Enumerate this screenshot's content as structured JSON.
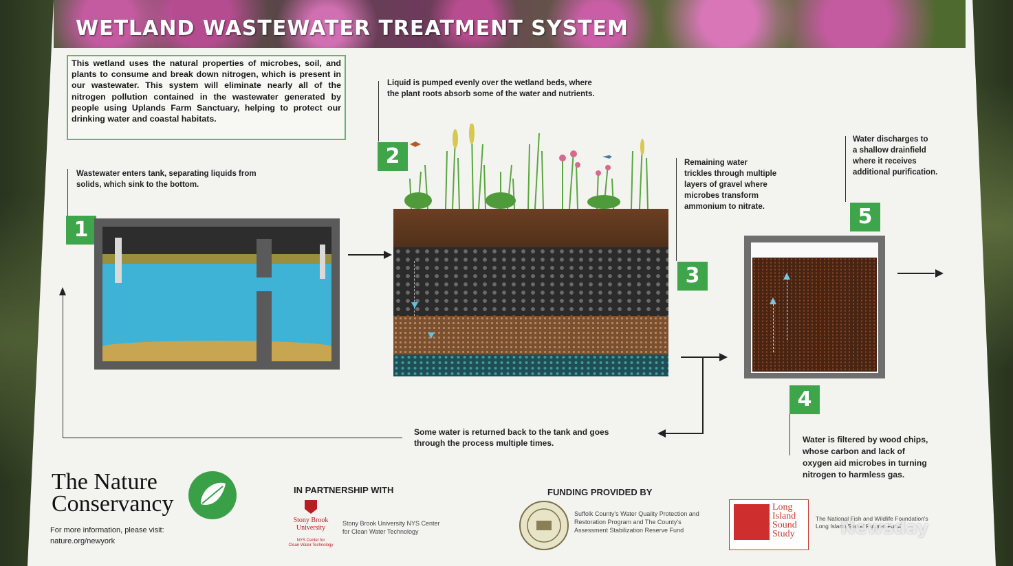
{
  "banner": {
    "title": "WETLAND WASTEWATER TREATMENT SYSTEM"
  },
  "intro": "This wetland uses the natural properties of microbes, soil, and plants to consume and break down nitrogen, which is present in our wastewater. This system will eliminate nearly all of the nitrogen pollution contained in the wastewater generated by people using Uplands Farm Sanctuary, helping to protect our drinking water and coastal habitats.",
  "steps": [
    {
      "number": "1",
      "text_lines": [
        "Wastewater enters tank, separating liquids from",
        "solids, which sink to the bottom."
      ]
    },
    {
      "number": "2",
      "text_lines": [
        "Liquid is pumped evenly over the wetland beds, where",
        "the plant roots absorb some of the water and nutrients."
      ]
    },
    {
      "number": "3",
      "text_lines": [
        "Remaining water",
        "trickles through multiple",
        "layers of gravel where",
        "microbes transform",
        "ammonium to nitrate."
      ]
    },
    {
      "number": "4",
      "text_lines": [
        "Water is filtered by wood chips,",
        "whose carbon and lack of",
        "oxygen aid microbes in turning",
        "nitrogen to harmless gas."
      ]
    },
    {
      "number": "5",
      "text_lines": [
        "Water discharges to",
        "a shallow drainfield",
        "where it receives",
        "additional purification."
      ]
    }
  ],
  "return_note": [
    "Some water is returned back to the tank and goes",
    "through the process multiple times."
  ],
  "footer": {
    "tnc_logo_line1": "The Nature",
    "tnc_logo_line2": "Conservancy",
    "more_info_label": "For more information, please visit:",
    "more_info_url": "nature.org/newyork",
    "partnership_heading": "IN PARTNERSHIP WITH",
    "sbu_logo_line1": "Stony Brook",
    "sbu_logo_line2": "University",
    "sbu_sub_line1": "NYS Center for",
    "sbu_sub_line2": "Clean Water Technology",
    "sbu_desc_line1": "Stony Brook University NYS Center",
    "sbu_desc_line2": "for Clean Water Technology",
    "funding_heading": "FUNDING PROVIDED BY",
    "funding_desc_line1": "Suffolk County's Water Quality Protection and",
    "funding_desc_line2": "Restoration Program and The County's",
    "funding_desc_line3": "Assessment Stabilization Reserve Fund",
    "lis_logo_line1": "Long",
    "lis_logo_line2": "Island",
    "lis_logo_line3": "Sound",
    "lis_logo_line4": "Study",
    "nfwf_line1": "The National Fish and Wildlife Foundation's",
    "nfwf_line2": "Long Island Sound Futures Fund",
    "watermark": "Newsday"
  },
  "colors": {
    "step_green": "#3ea54a",
    "intro_border": "#66b36d",
    "tank_water": "#3fb3d6",
    "sign_bg": "#f3f3f0"
  }
}
